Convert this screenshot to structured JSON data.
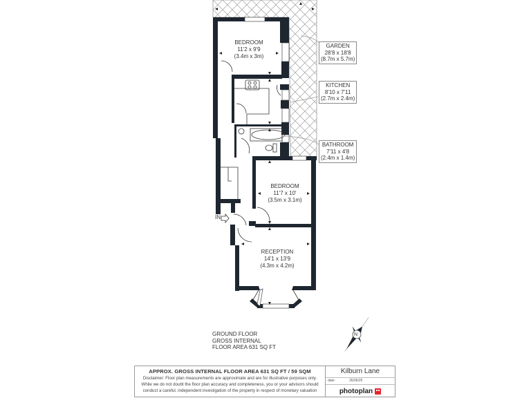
{
  "rooms": {
    "bedroom1": {
      "name": "BEDROOM",
      "imperial": "11'2 x 9'9",
      "metric": "(3.4m x 3m)"
    },
    "bedroom2": {
      "name": "BEDROOM",
      "imperial": "11'7 x 10'",
      "metric": "(3.5m x 3.1m)"
    },
    "reception": {
      "name": "RECEPTION",
      "imperial": "14'1 x 13'9",
      "metric": "(4.3m x 4.2m)"
    }
  },
  "callouts": {
    "garden": {
      "name": "GARDEN",
      "imperial": "28'8 x 18'8",
      "metric": "(8.7m x 5.7m)"
    },
    "kitchen": {
      "name": "KITCHEN",
      "imperial": "8'10 x 7'11",
      "metric": "(2.7m x 2.4m)"
    },
    "bathroom": {
      "name": "BATHROOM",
      "imperial": "7'11 x 4'8",
      "metric": "(2.4m x 1.4m)"
    }
  },
  "entrance_label": "IN",
  "floor_note": {
    "line1": "GROUND FLOOR",
    "line2": "GROSS INTERNAL",
    "line3": "FLOOR AREA 631 SQ FT"
  },
  "compass": {
    "letter": "N"
  },
  "footer": {
    "title": "APPROX. GROSS INTERNAL FLOOR AREA 631 SQ FT / 59 SQM",
    "disclaimer1": "Disclaimer: Floor plan measurements are approximate and are for illustrative purposes only.",
    "disclaimer2": "While we do not doubt the floor plan accuracy and completeness, you or your advisors should",
    "disclaimer3": "conduct a careful, independent investigation of the property in respect of monetary valuation",
    "address": "Kilburn Lane",
    "date_label": "date",
    "date_value": "26/06/25",
    "brand": "photoplan"
  },
  "colors": {
    "wall": "#1e2630",
    "hatch": "#9a9a9a",
    "brand_red": "#e3262c"
  }
}
